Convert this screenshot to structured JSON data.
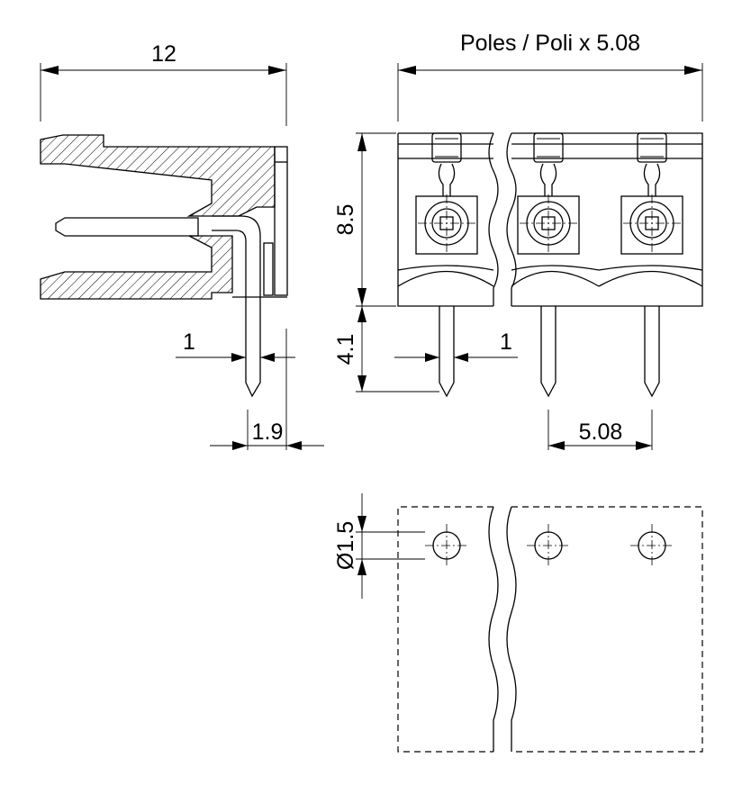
{
  "dimensions": {
    "overall_width": "12",
    "poles_pitch": "Poles / Poli x 5.08",
    "height": "8.5",
    "pin_length": "4.1",
    "pin_width_side": "1",
    "pin_width_front": "1",
    "pin_offset": "1.9",
    "pitch": "5.08",
    "hole_diameter": "Ø1.5"
  },
  "colors": {
    "line": "#000000",
    "hatch": "#000000",
    "background": "#ffffff"
  }
}
